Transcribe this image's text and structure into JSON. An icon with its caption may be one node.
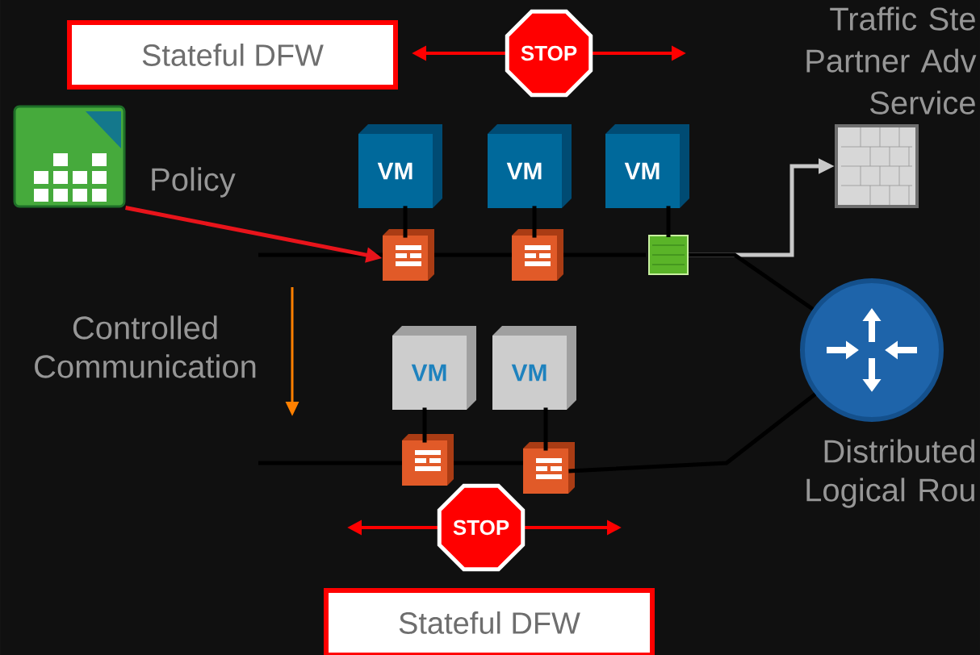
{
  "diagram": {
    "nodes": [
      {
        "text": [
          "Stateful DFW"
        ]
      },
      {
        "text": [
          "STOP"
        ]
      },
      {
        "text": [],
        "shape": "picture",
        "beside": [
          "Policy"
        ]
      },
      {
        "text": [
          "VM"
        ]
      },
      {
        "text": [
          "VM"
        ]
      },
      {
        "text": [
          "VM"
        ]
      },
      {
        "text": [],
        "shape": "picture"
      },
      {
        "text": [],
        "shape": "picture"
      },
      {
        "text": [],
        "shape": "picture"
      },
      {
        "text": [],
        "shape": "picture",
        "beside": [
          "Traffic Ste Partner Adv Service"
        ]
      },
      {
        "text": [
          "VM"
        ]
      },
      {
        "text": [
          "VM"
        ]
      },
      {
        "text": [],
        "shape": "picture"
      },
      {
        "text": [],
        "shape": "picture"
      },
      {
        "text": [],
        "shape": "picture",
        "beside": [
          "Distributed Logical Rou"
        ]
      },
      {
        "text": [
          "STOP"
        ]
      },
      {
        "text": [
          "Stateful DFW"
        ]
      }
    ],
    "edges": [
      {
        "from": 2,
        "to": 6,
        "arrow": "to",
        "color": "#e8141b"
      },
      {
        "from": 8,
        "to": 9,
        "arrow": "to",
        "color": "#c8c8c8"
      },
      {
        "from": 3,
        "to": 6,
        "arrow": "none"
      },
      {
        "from": 4,
        "to": 7,
        "arrow": "none"
      },
      {
        "from": 5,
        "to": 8,
        "arrow": "none"
      },
      {
        "from": 10,
        "to": 12,
        "arrow": "none"
      },
      {
        "from": 11,
        "to": 13,
        "arrow": "none"
      },
      {
        "from": 8,
        "to": 14,
        "arrow": "none"
      },
      {
        "from": 13,
        "to": 14,
        "arrow": "none"
      }
    ],
    "labels": [
      "Controlled Communication"
    ]
  }
}
